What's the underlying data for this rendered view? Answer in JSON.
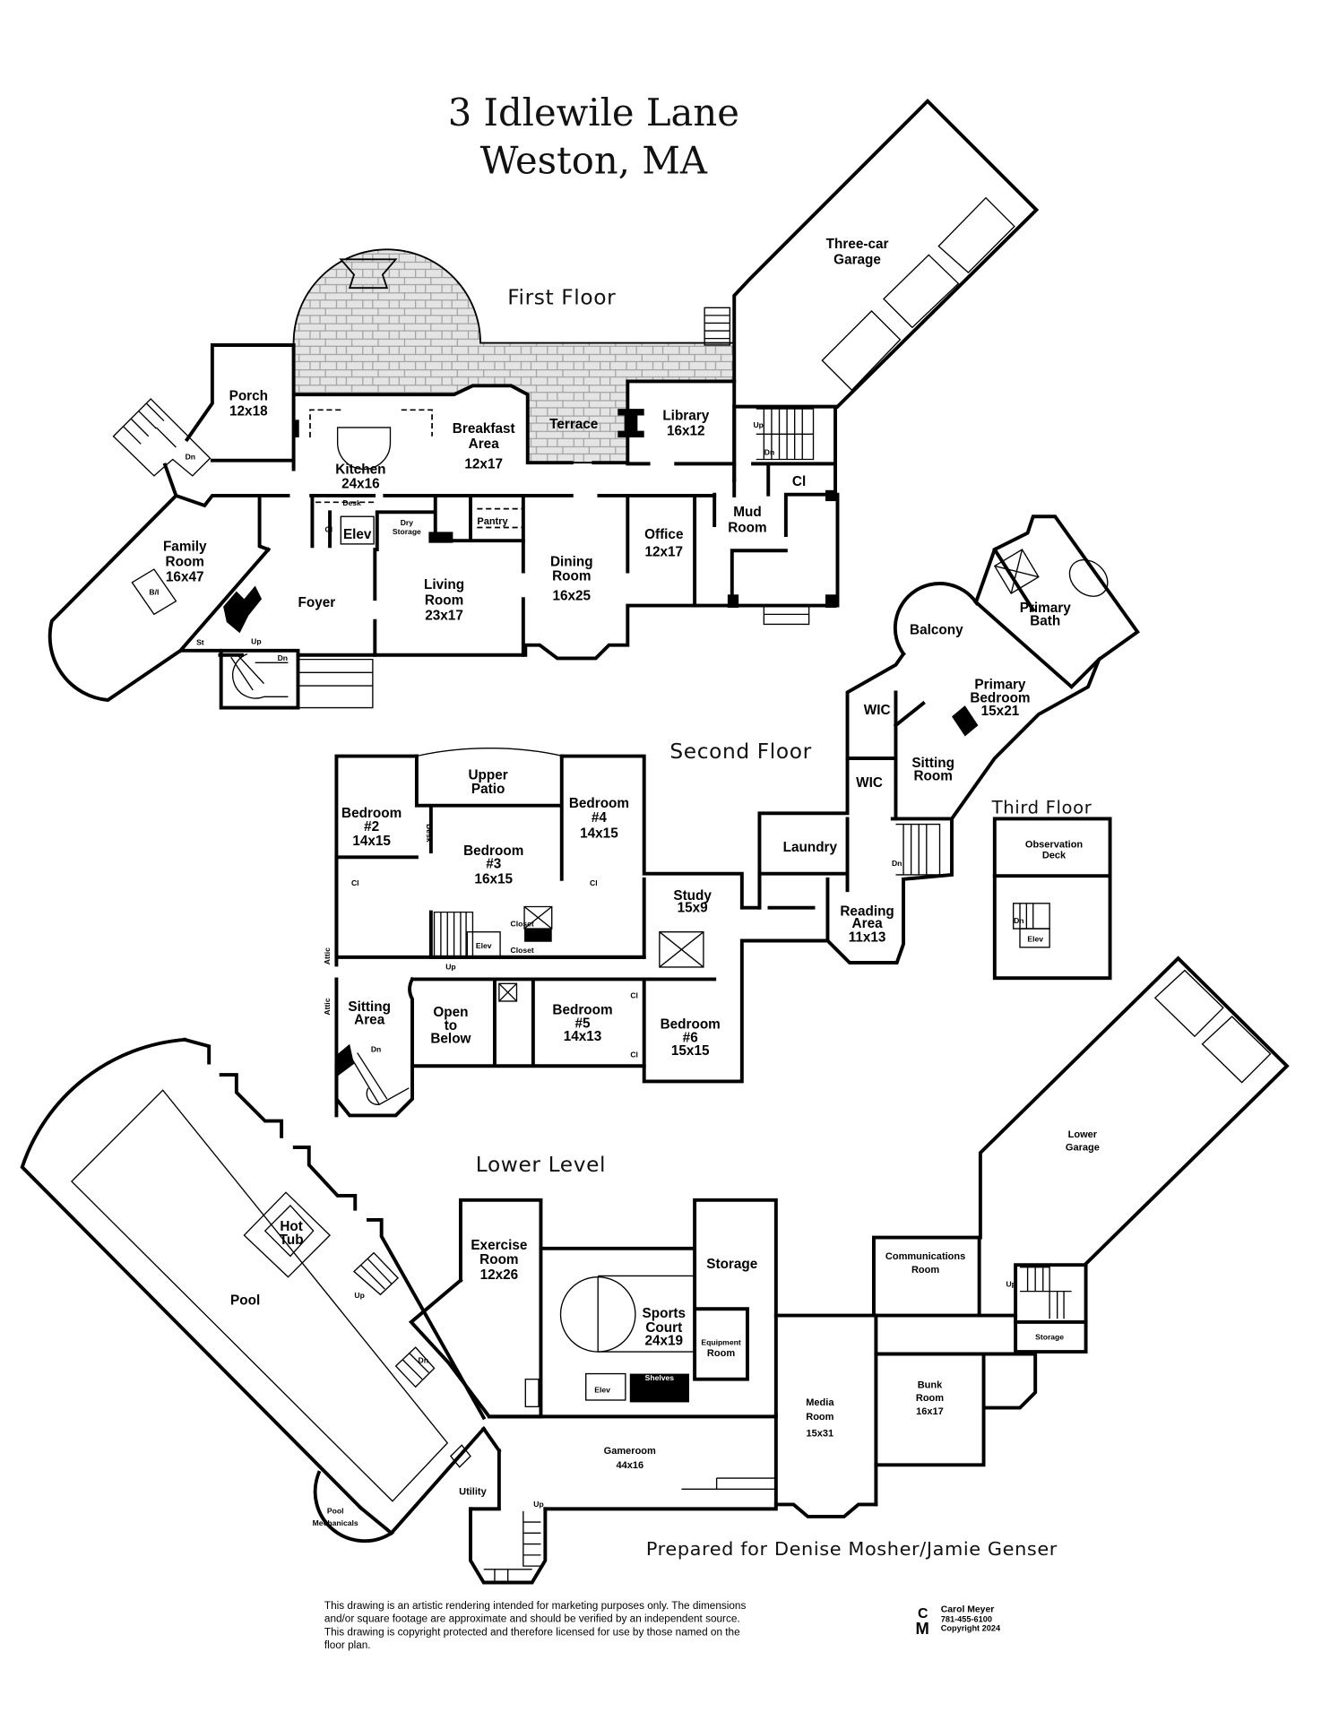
{
  "title": {
    "line1": "3 Idlewile Lane",
    "line2": "Weston, MA"
  },
  "floors": {
    "first": {
      "label": "First Floor",
      "rooms": {
        "garage": [
          "Three-car",
          "Garage"
        ],
        "porch": [
          "Porch",
          "12x18"
        ],
        "kitchen": [
          "Kitchen",
          "24x16"
        ],
        "breakfast": [
          "Breakfast",
          "Area",
          "12x17"
        ],
        "terrace": [
          "Terrace"
        ],
        "library": [
          "Library",
          "16x12"
        ],
        "family": [
          "Family",
          "Room",
          "16x47"
        ],
        "foyer": [
          "Foyer"
        ],
        "living": [
          "Living",
          "Room",
          "23x17"
        ],
        "dining": [
          "Dining",
          "Room",
          "16x25"
        ],
        "office": [
          "Office",
          "12x17"
        ],
        "mud": [
          "Mud",
          "Room"
        ],
        "closet": [
          "Cl"
        ],
        "elev": [
          "Elev"
        ],
        "dry_storage": [
          "Dry",
          "Storage"
        ],
        "pantry": [
          "Pantry"
        ],
        "desk": [
          "Desk"
        ],
        "closet2": [
          "Cl"
        ],
        "builtin": [
          "B/I"
        ],
        "st": [
          "St"
        ]
      },
      "stairs": {
        "up": "Up",
        "dn": "Dn"
      }
    },
    "second": {
      "label": "Second Floor",
      "rooms": {
        "balcony": [
          "Balcony"
        ],
        "primary_bath": [
          "Primary",
          "Bath"
        ],
        "primary_bed": [
          "Primary",
          "Bedroom",
          "15x21"
        ],
        "wic1": [
          "WIC"
        ],
        "wic2": [
          "WIC"
        ],
        "sitting_room": [
          "Sitting",
          "Room"
        ],
        "upper_patio": [
          "Upper",
          "Patio"
        ],
        "bed2": [
          "Bedroom",
          "#2",
          "14x15"
        ],
        "bed3": [
          "Bedroom",
          "#3",
          "16x15"
        ],
        "bed4": [
          "Bedroom",
          "#4",
          "14x15"
        ],
        "laundry": [
          "Laundry"
        ],
        "study": [
          "Study",
          "15x9"
        ],
        "reading": [
          "Reading",
          "Area",
          "11x13"
        ],
        "sitting_area": [
          "Sitting",
          "Area"
        ],
        "open_below": [
          "Open",
          "to",
          "Below"
        ],
        "bed5": [
          "Bedroom",
          "#5",
          "14x13"
        ],
        "bed6": [
          "Bedroom",
          "#6",
          "15x15"
        ],
        "elev": [
          "Elev"
        ],
        "closet_a": [
          "Closet"
        ],
        "closet_b": [
          "Closet"
        ],
        "cl": [
          "Cl"
        ],
        "attic": [
          "Attic"
        ],
        "desk": [
          "Desk"
        ]
      },
      "stairs": {
        "up": "Up",
        "dn": "Dn"
      }
    },
    "third": {
      "label": "Third Floor",
      "rooms": {
        "deck": [
          "Observation",
          "Deck"
        ],
        "elev": [
          "Elev"
        ]
      },
      "stairs": {
        "dn": "Dn"
      }
    },
    "lower": {
      "label": "Lower Level",
      "rooms": {
        "pool": [
          "Pool"
        ],
        "hot_tub": [
          "Hot",
          "Tub"
        ],
        "exercise": [
          "Exercise",
          "Room",
          "12x26"
        ],
        "sports": [
          "Sports",
          "Court",
          "24x19"
        ],
        "storage": [
          "Storage"
        ],
        "equipment": [
          "Equipment",
          "Room"
        ],
        "comm": [
          "Communications",
          "Room"
        ],
        "lower_garage": [
          "Lower",
          "Garage"
        ],
        "storage2": [
          "Storage"
        ],
        "bunk": [
          "Bunk",
          "Room",
          "16x17"
        ],
        "media": [
          "Media",
          "Room",
          "15x31"
        ],
        "gameroom": [
          "Gameroom",
          "44x16"
        ],
        "utility": [
          "Utility"
        ],
        "pool_mech": [
          "Pool",
          "Mechanicals"
        ],
        "elev": [
          "Elev"
        ],
        "shelves": [
          "Shelves"
        ]
      },
      "stairs": {
        "up": "Up",
        "dn": "Dn"
      }
    }
  },
  "prepared_for": "Prepared for Denise Mosher/Jamie Genser",
  "disclaimer": [
    "This drawing is an artistic rendering intended for marketing purposes only.  The dimensions",
    "and/or square footage are approximate and should be verified by an independent source.",
    "This drawing is copyright protected and therefore licensed for use by those named on the",
    "floor plan."
  ],
  "logo": {
    "mark": "CM",
    "name": "Carol Meyer",
    "phone": "781-455-6100",
    "copyright": "Copyright 2024"
  }
}
